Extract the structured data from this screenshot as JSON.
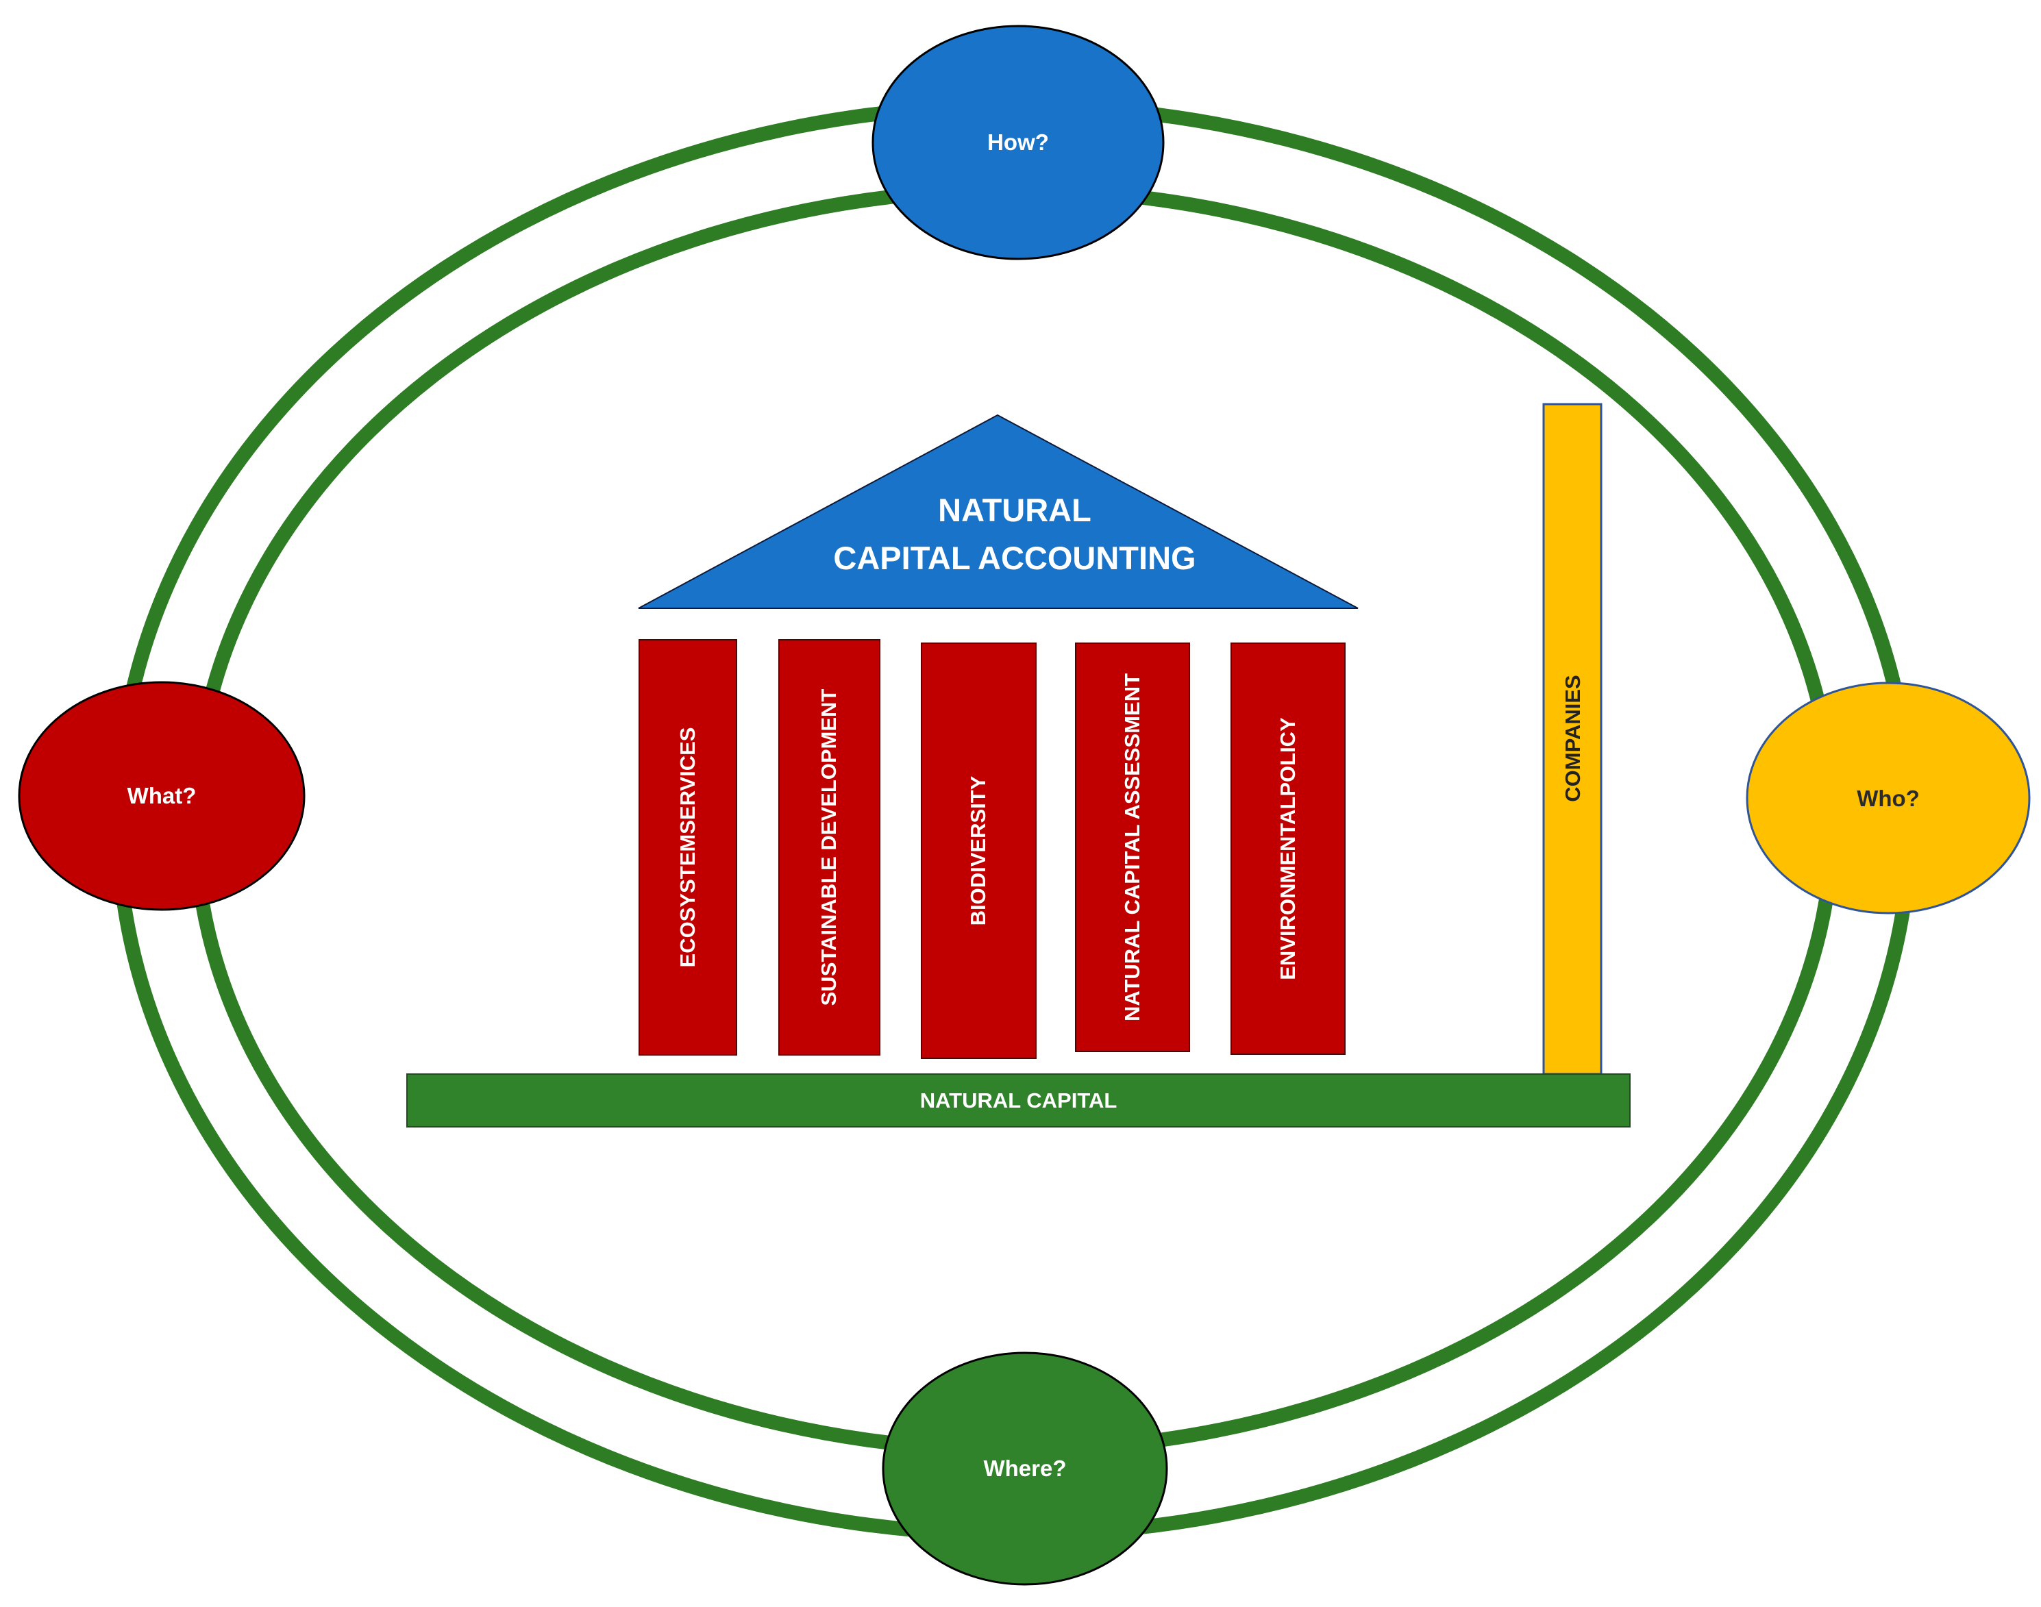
{
  "roof": {
    "line1": "NATURAL",
    "line2": "CAPITAL ACCOUNTING"
  },
  "pillars": [
    {
      "line1": "ECOSYSTEM",
      "line2": "SERVICES"
    },
    {
      "line1": "SUSTAINABLE DEVELOPMENT",
      "line2": ""
    },
    {
      "line1": "BIODIVERSITY",
      "line2": ""
    },
    {
      "line1": "NATURAL CAPITAL ASSESSMENT",
      "line2": ""
    },
    {
      "line1": "ENVIRONMENTAL",
      "line2": "POLICY"
    }
  ],
  "side_column": {
    "label": "COMPANIES"
  },
  "foundation": {
    "label": "NATURAL CAPITAL"
  },
  "nodes": {
    "top": {
      "label": "How?"
    },
    "left": {
      "label": "What?"
    },
    "right": {
      "label": "Who?"
    },
    "bottom": {
      "label": "Where?"
    }
  },
  "colors": {
    "ring": "#2e7d24",
    "red": "#c00000",
    "blue": "#1873c9",
    "yellow": "#ffc000",
    "green": "#31832b"
  }
}
